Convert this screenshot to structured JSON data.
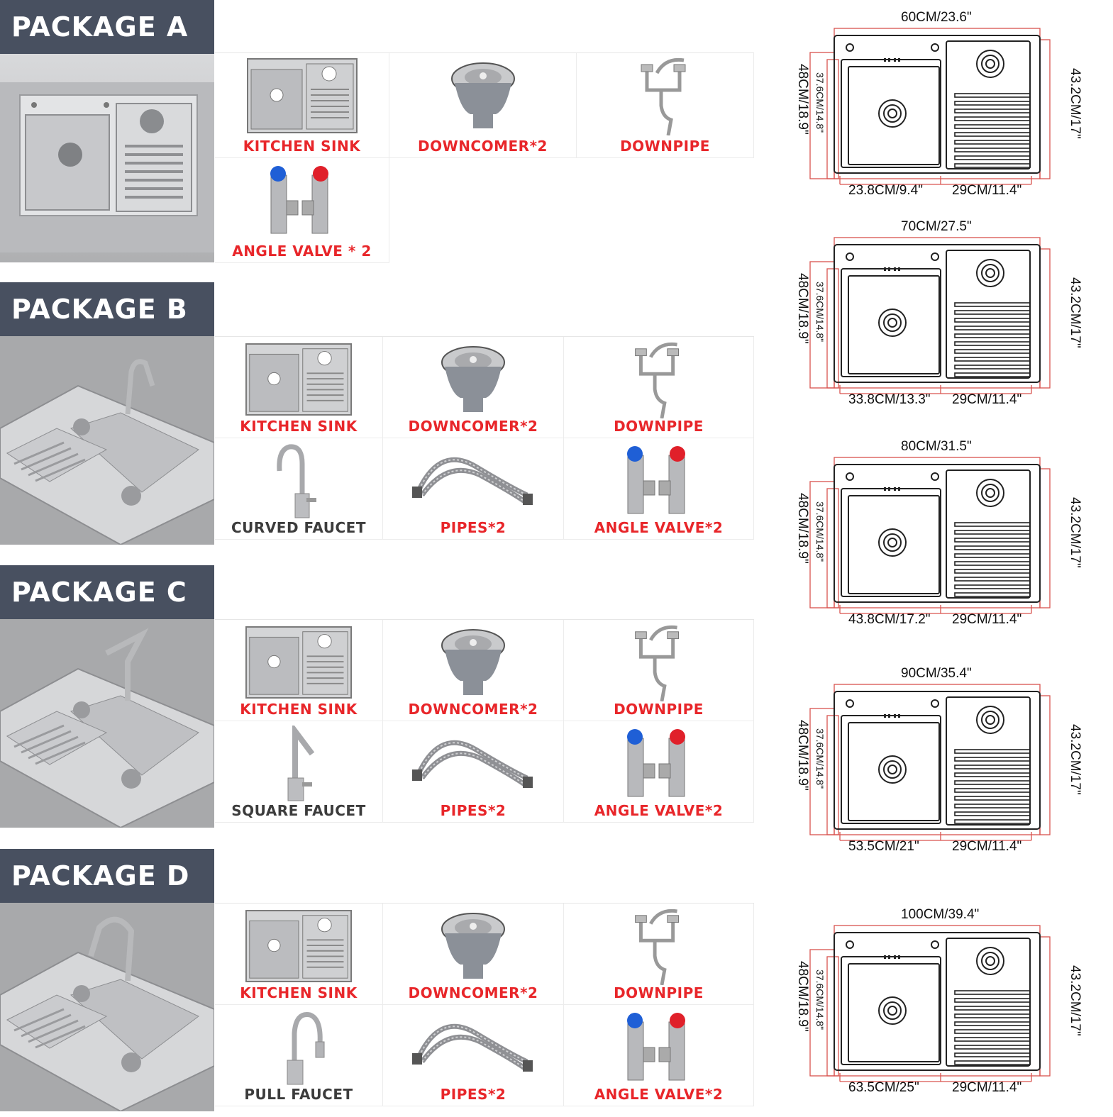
{
  "packages": [
    {
      "name": "PACKAGE A",
      "items": [
        {
          "label": "KITCHEN SINK",
          "icon": "kitchen-sink"
        },
        {
          "label": "DOWNCOMER*2",
          "icon": "downcomer"
        },
        {
          "label": "DOWNPIPE",
          "icon": "downpipe"
        },
        {
          "label": "ANGLE VALVE * 2",
          "icon": "angle-valve"
        }
      ],
      "dims": {
        "width": "60CM/23.6\"",
        "left_basin": "23.8CM/9.4\"",
        "right_basin": "29CM/11.4\"",
        "depth_outer": "48CM/18.9\"",
        "depth_inner": "37.6CM/14.8\"",
        "depth_right": "43.2CM/17\""
      }
    },
    {
      "name": "PACKAGE B",
      "items": [
        {
          "label": "KITCHEN SINK",
          "icon": "kitchen-sink"
        },
        {
          "label": "DOWNCOMER*2",
          "icon": "downcomer"
        },
        {
          "label": "DOWNPIPE",
          "icon": "downpipe"
        },
        {
          "label": "CURVED FAUCET",
          "icon": "curved-faucet"
        },
        {
          "label": "PIPES*2",
          "icon": "pipes"
        },
        {
          "label": "ANGLE VALVE*2",
          "icon": "angle-valve"
        }
      ],
      "dims": {
        "width": "70CM/27.5\"",
        "left_basin": "33.8CM/13.3\"",
        "right_basin": "29CM/11.4\"",
        "depth_outer": "48CM/18.9\"",
        "depth_inner": "37.6CM/14.8\"",
        "depth_right": "43.2CM/17\""
      }
    },
    {
      "name": "PACKAGE C",
      "items": [
        {
          "label": "KITCHEN SINK",
          "icon": "kitchen-sink"
        },
        {
          "label": "DOWNCOMER*2",
          "icon": "downcomer"
        },
        {
          "label": "DOWNPIPE",
          "icon": "downpipe"
        },
        {
          "label": "SQUARE FAUCET",
          "icon": "square-faucet"
        },
        {
          "label": "PIPES*2",
          "icon": "pipes"
        },
        {
          "label": "ANGLE VALVE*2",
          "icon": "angle-valve"
        }
      ],
      "dims": {
        "width": "90CM/35.4\"",
        "left_basin": "53.5CM/21\"",
        "right_basin": "29CM/11.4\"",
        "depth_outer": "48CM/18.9\"",
        "depth_inner": "37.6CM/14.8\"",
        "depth_right": "43.2CM/17\""
      }
    },
    {
      "name": "PACKAGE D",
      "items": [
        {
          "label": "KITCHEN SINK",
          "icon": "kitchen-sink"
        },
        {
          "label": "DOWNCOMER*2",
          "icon": "downcomer"
        },
        {
          "label": "DOWNPIPE",
          "icon": "downpipe"
        },
        {
          "label": "PULL FAUCET",
          "icon": "pull-faucet"
        },
        {
          "label": "PIPES*2",
          "icon": "pipes"
        },
        {
          "label": "ANGLE VALVE*2",
          "icon": "angle-valve"
        }
      ],
      "dims": {
        "width": "100CM/39.4\"",
        "left_basin": "63.5CM/25\"",
        "right_basin": "29CM/11.4\"",
        "depth_outer": "48CM/18.9\"",
        "depth_inner": "37.6CM/14.8\"",
        "depth_right": "43.2CM/17\""
      }
    }
  ],
  "extra_diagram": {
    "width": "80CM/31.5\"",
    "left_basin": "43.8CM/17.2\"",
    "right_basin": "29CM/11.4\"",
    "depth_outer": "48CM/18.9\"",
    "depth_inner": "37.6CM/14.8\"",
    "depth_right": "43.2CM/17\""
  },
  "colors": {
    "header_bg": "#485060",
    "label_red": "#e8262a",
    "label_dark": "#3c3c3c",
    "dim_line_red": "#d9534f",
    "valve_blue": "#1f5fd6",
    "valve_red": "#e0202a"
  }
}
